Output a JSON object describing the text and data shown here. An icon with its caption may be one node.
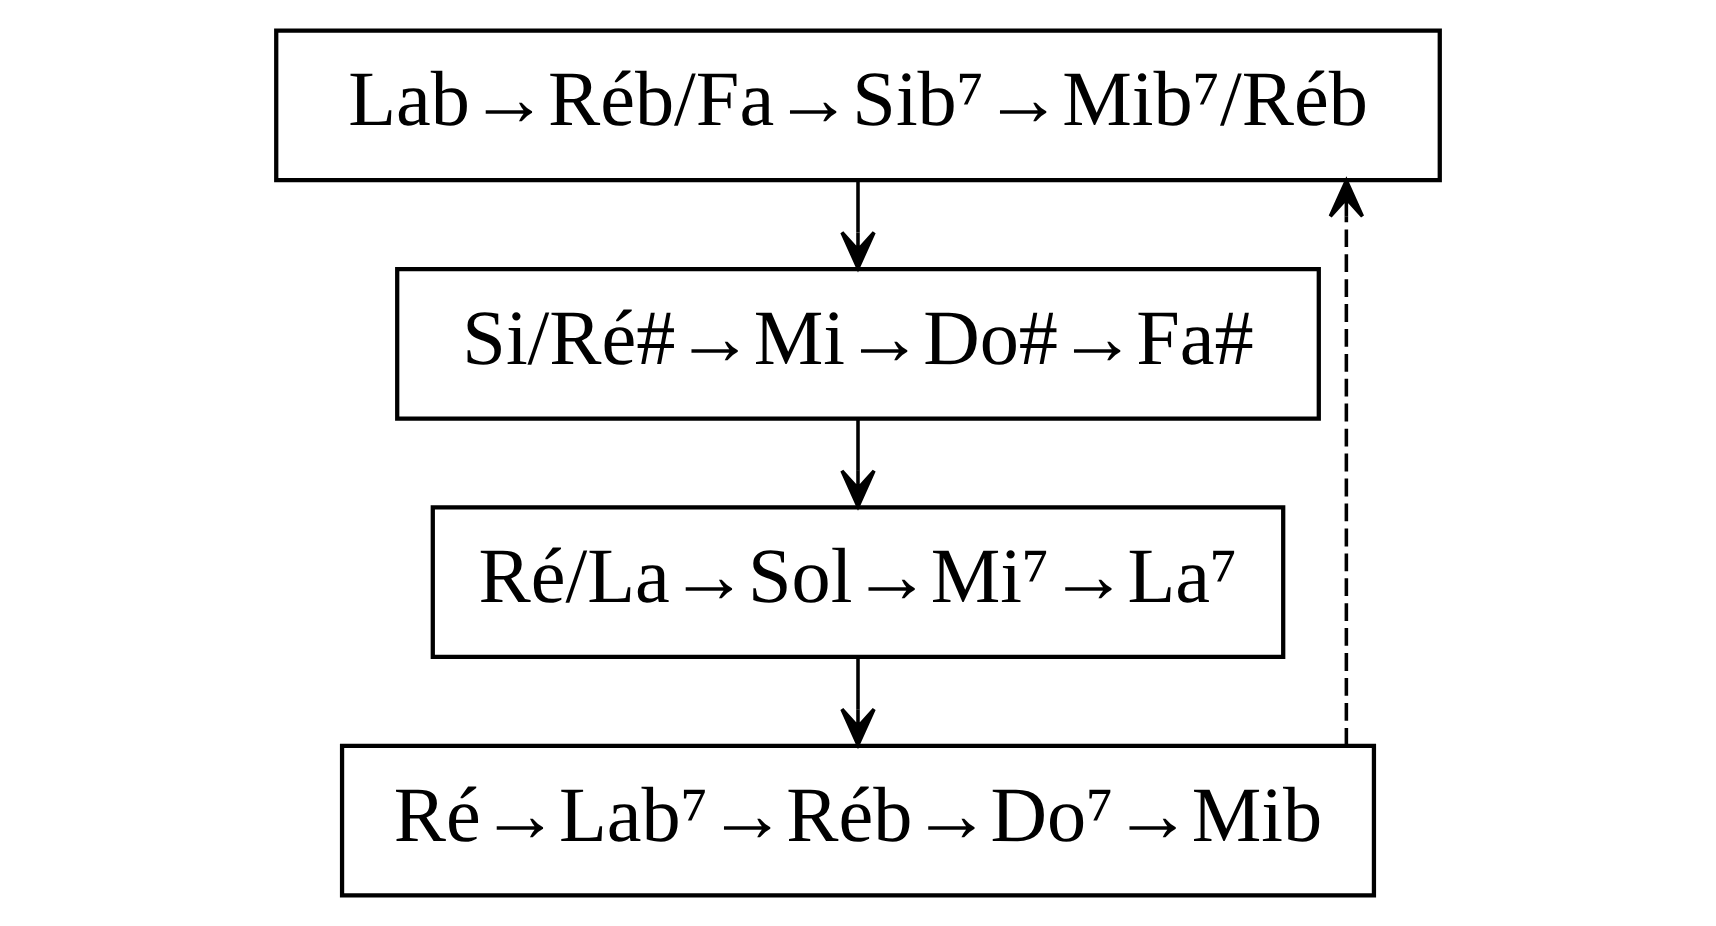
{
  "diagram": {
    "nodes": [
      {
        "text": [
          "Lab→Réb/Fa→Sib⁷→Mib⁷/Réb"
        ]
      },
      {
        "text": [
          "Si/Ré#→Mi→Do#→Fa#"
        ]
      },
      {
        "text": [
          "Ré/La→Sol→Mi⁷→La⁷"
        ]
      },
      {
        "text": [
          "Ré→Lab⁷→Réb→Do⁷→Mib"
        ]
      }
    ],
    "edges": [
      {
        "from": 0,
        "to": 1,
        "arrow": "to"
      },
      {
        "from": 1,
        "to": 2,
        "arrow": "to"
      },
      {
        "from": 2,
        "to": 3,
        "arrow": "to"
      },
      {
        "from": 3,
        "to": 0,
        "arrow": "to",
        "style": "dashed"
      }
    ]
  }
}
